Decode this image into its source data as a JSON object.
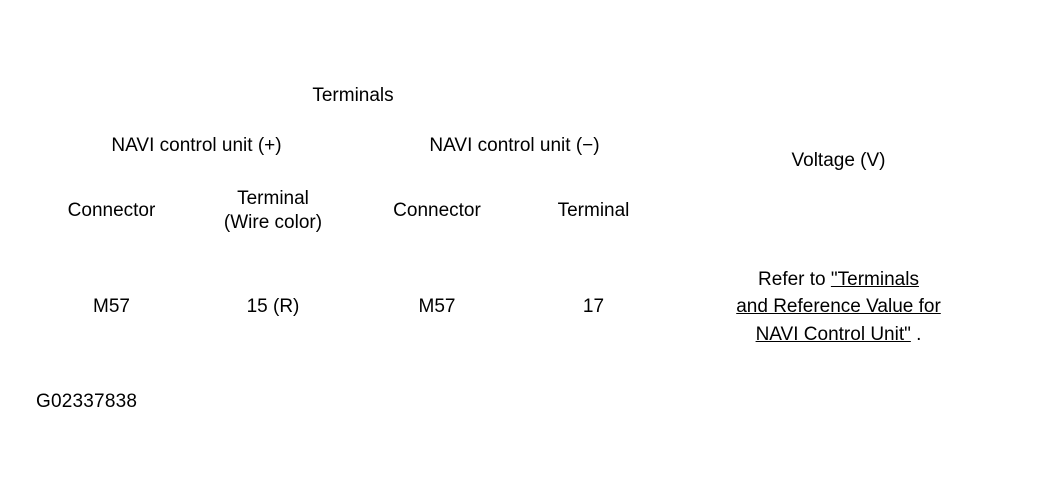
{
  "table": {
    "group_header": "Terminals",
    "voltage_header": "Voltage (V)",
    "polarity_headers": [
      "NAVI control unit (+)",
      "NAVI control unit (−)"
    ],
    "sub_headers": [
      "Connector",
      "Terminal\n(Wire color)",
      "Connector",
      "Terminal"
    ],
    "sub_headers_split": {
      "positive_connector": "Connector",
      "positive_terminal_line1": "Terminal",
      "positive_terminal_line2": "(Wire color)",
      "negative_connector": "Connector",
      "negative_terminal": "Terminal"
    },
    "rows": [
      {
        "positive_connector": "M57",
        "positive_terminal": "15 (R)",
        "negative_connector": "M57",
        "negative_terminal": "17",
        "voltage_prefix": "Refer to ",
        "voltage_link_line1": "\"Terminals ",
        "voltage_link_line2": "and Reference Value for ",
        "voltage_link_line3": "NAVI Control Unit\"",
        "voltage_suffix": " ."
      }
    ]
  },
  "figure": {
    "id": "G02337838"
  },
  "colors": {
    "text": "#000000",
    "rule": "#000000",
    "background": "#ffffff"
  }
}
